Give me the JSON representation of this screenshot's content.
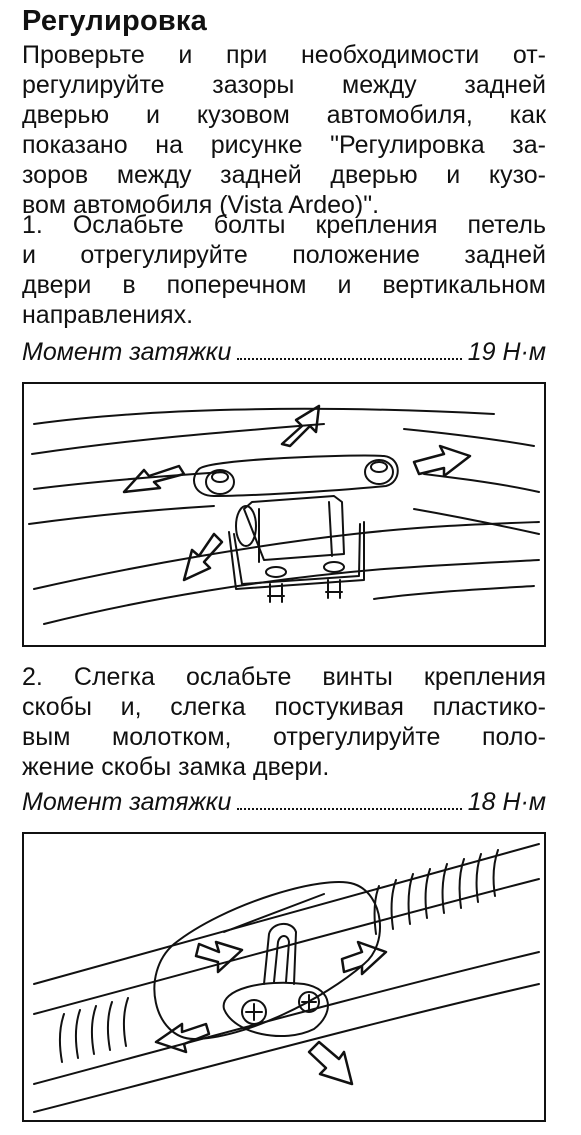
{
  "heading": "Регулировка",
  "intro_lines": [
    "Проверьте и при необходимости от-",
    "регулируйте зазоры между задней",
    "дверью и кузовом автомобиля, как",
    "показано на рисунке \"Регулировка за-",
    "зоров между задней дверью и кузо-",
    "вом автомобиля (Vista Ardeo)\"."
  ],
  "step1_lines": [
    "1. Ослабьте болты крепления петель",
    "и отрегулируйте положение задней",
    "двери в поперечном и вертикальном",
    "направлениях."
  ],
  "torque1": {
    "label": "Момент затяжки",
    "value": "19 Н·м"
  },
  "step2_lines": [
    "2. Слегка ослабьте винты крепления",
    "скобы и, слегка постукивая пластико-",
    "вым молотком, отрегулируйте поло-",
    "жение скобы замка двери."
  ],
  "torque2": {
    "label": "Момент затяжки",
    "value": "18 Н·м"
  }
}
